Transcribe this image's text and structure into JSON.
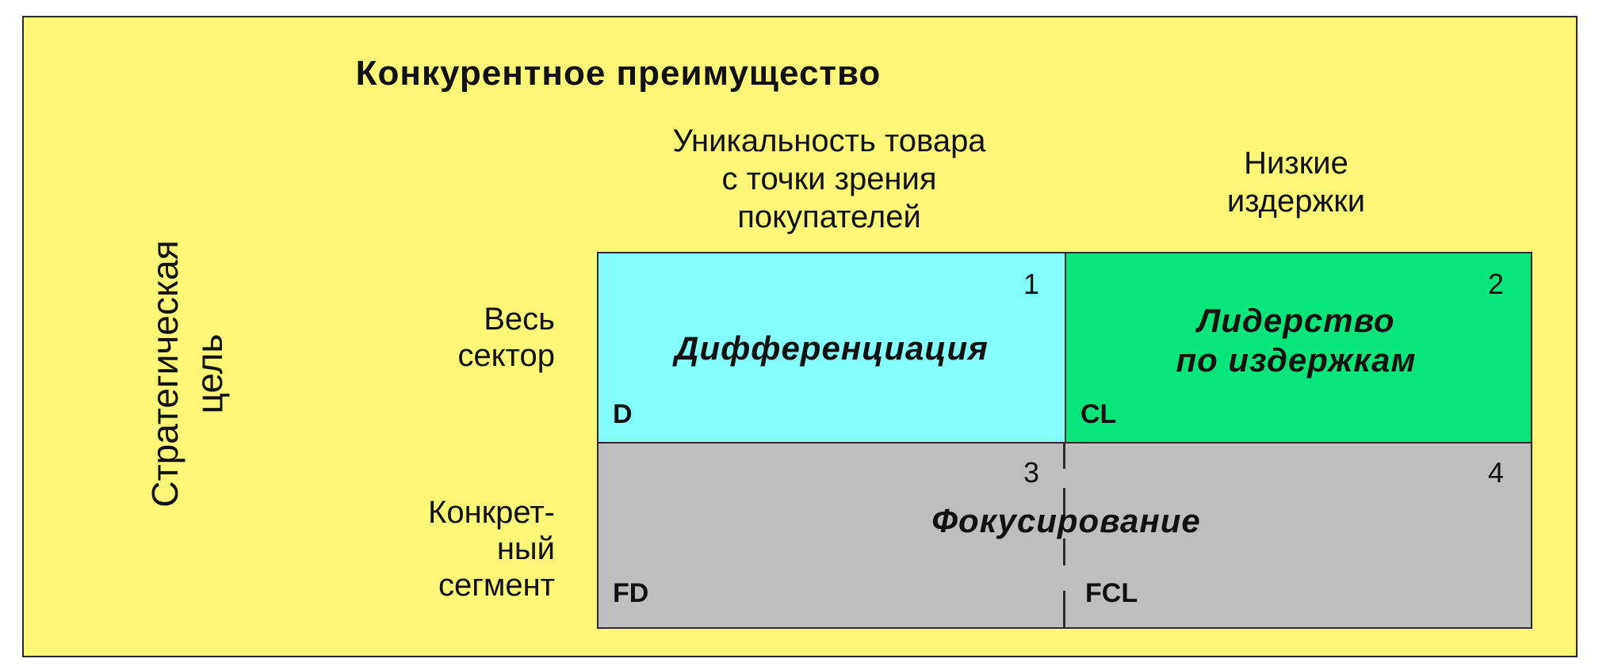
{
  "title": "Конкурентное преимущество",
  "columns": [
    "Уникальность товара\nс точки зрения\nпокупателей",
    "Низкие\nиздержки"
  ],
  "side_label": "Стратегическая\nцель",
  "rows": [
    "Весь\nсектор",
    "Конкрет-\nный\nсегмент"
  ],
  "cells": {
    "c1": {
      "number": "1",
      "strategy": "Дифференциация",
      "code": "D"
    },
    "c2": {
      "number": "2",
      "strategy": "Лидерство\nпо издержкам",
      "code": "CL"
    },
    "c3": {
      "number": "3",
      "code": "FD"
    },
    "c4": {
      "number": "4",
      "code": "FCL"
    },
    "bottom_strategy": "Фокусирование"
  },
  "colors": {
    "background": "#fdf676",
    "differentiation": "#83fdfd",
    "cost_leadership": "#08e67b",
    "focus": "#bebebe"
  }
}
